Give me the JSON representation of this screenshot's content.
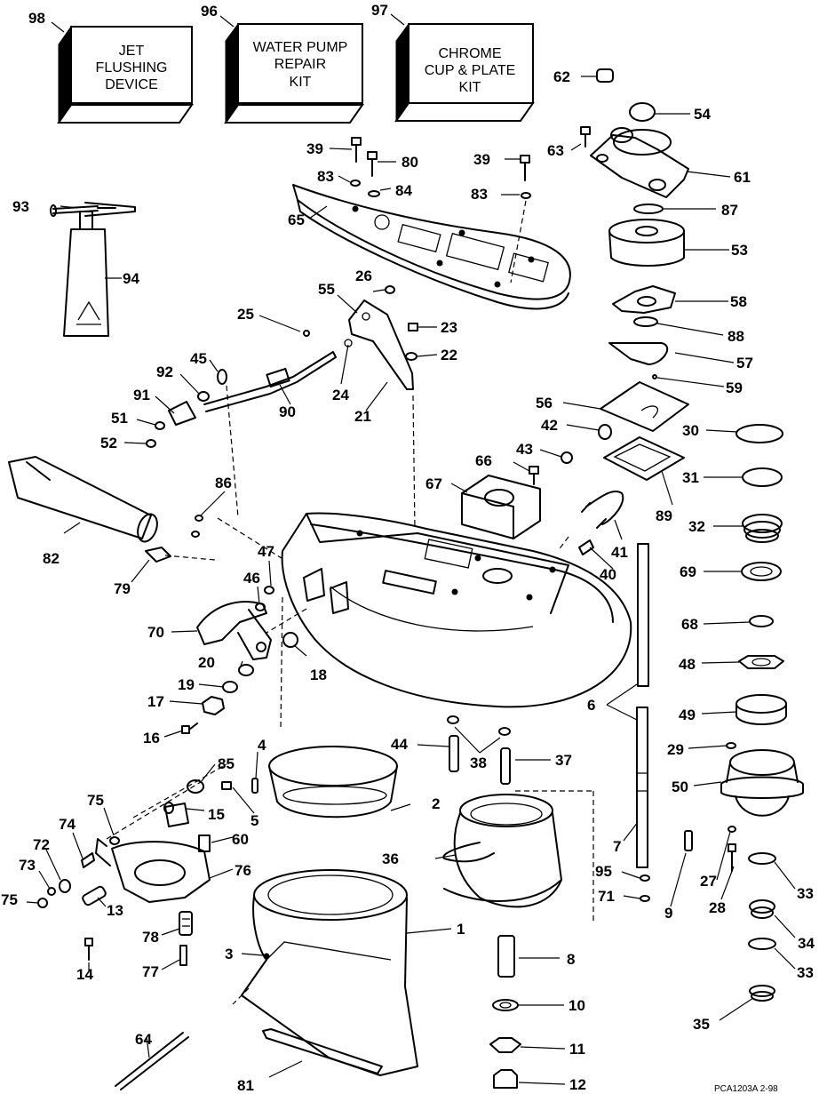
{
  "kits": [
    {
      "num": "98",
      "lines": [
        "JET",
        "FLUSHING",
        "DEVICE"
      ]
    },
    {
      "num": "96",
      "lines": [
        "WATER PUMP",
        "REPAIR",
        "KIT"
      ]
    },
    {
      "num": "97",
      "lines": [
        "CHROME",
        "CUP & PLATE",
        "KIT"
      ]
    }
  ],
  "callouts": [
    "1",
    "2",
    "3",
    "4",
    "5",
    "6",
    "7",
    "8",
    "9",
    "10",
    "11",
    "12",
    "13",
    "14",
    "15",
    "16",
    "17",
    "18",
    "19",
    "20",
    "21",
    "22",
    "23",
    "24",
    "25",
    "26",
    "27",
    "28",
    "29",
    "30",
    "31",
    "32",
    "33",
    "33",
    "34",
    "35",
    "36",
    "37",
    "38",
    "39",
    "39",
    "40",
    "41",
    "42",
    "43",
    "44",
    "45",
    "46",
    "47",
    "48",
    "49",
    "50",
    "51",
    "52",
    "53",
    "54",
    "55",
    "56",
    "57",
    "58",
    "59",
    "60",
    "61",
    "62",
    "63",
    "64",
    "65",
    "66",
    "67",
    "68",
    "69",
    "70",
    "71",
    "72",
    "73",
    "74",
    "75",
    "75",
    "76",
    "77",
    "78",
    "79",
    "80",
    "81",
    "82",
    "83",
    "83",
    "84",
    "85",
    "86",
    "87",
    "88",
    "89",
    "90",
    "91",
    "92",
    "93",
    "94",
    "95"
  ],
  "drawing_code": "PCA1203A   2-98"
}
